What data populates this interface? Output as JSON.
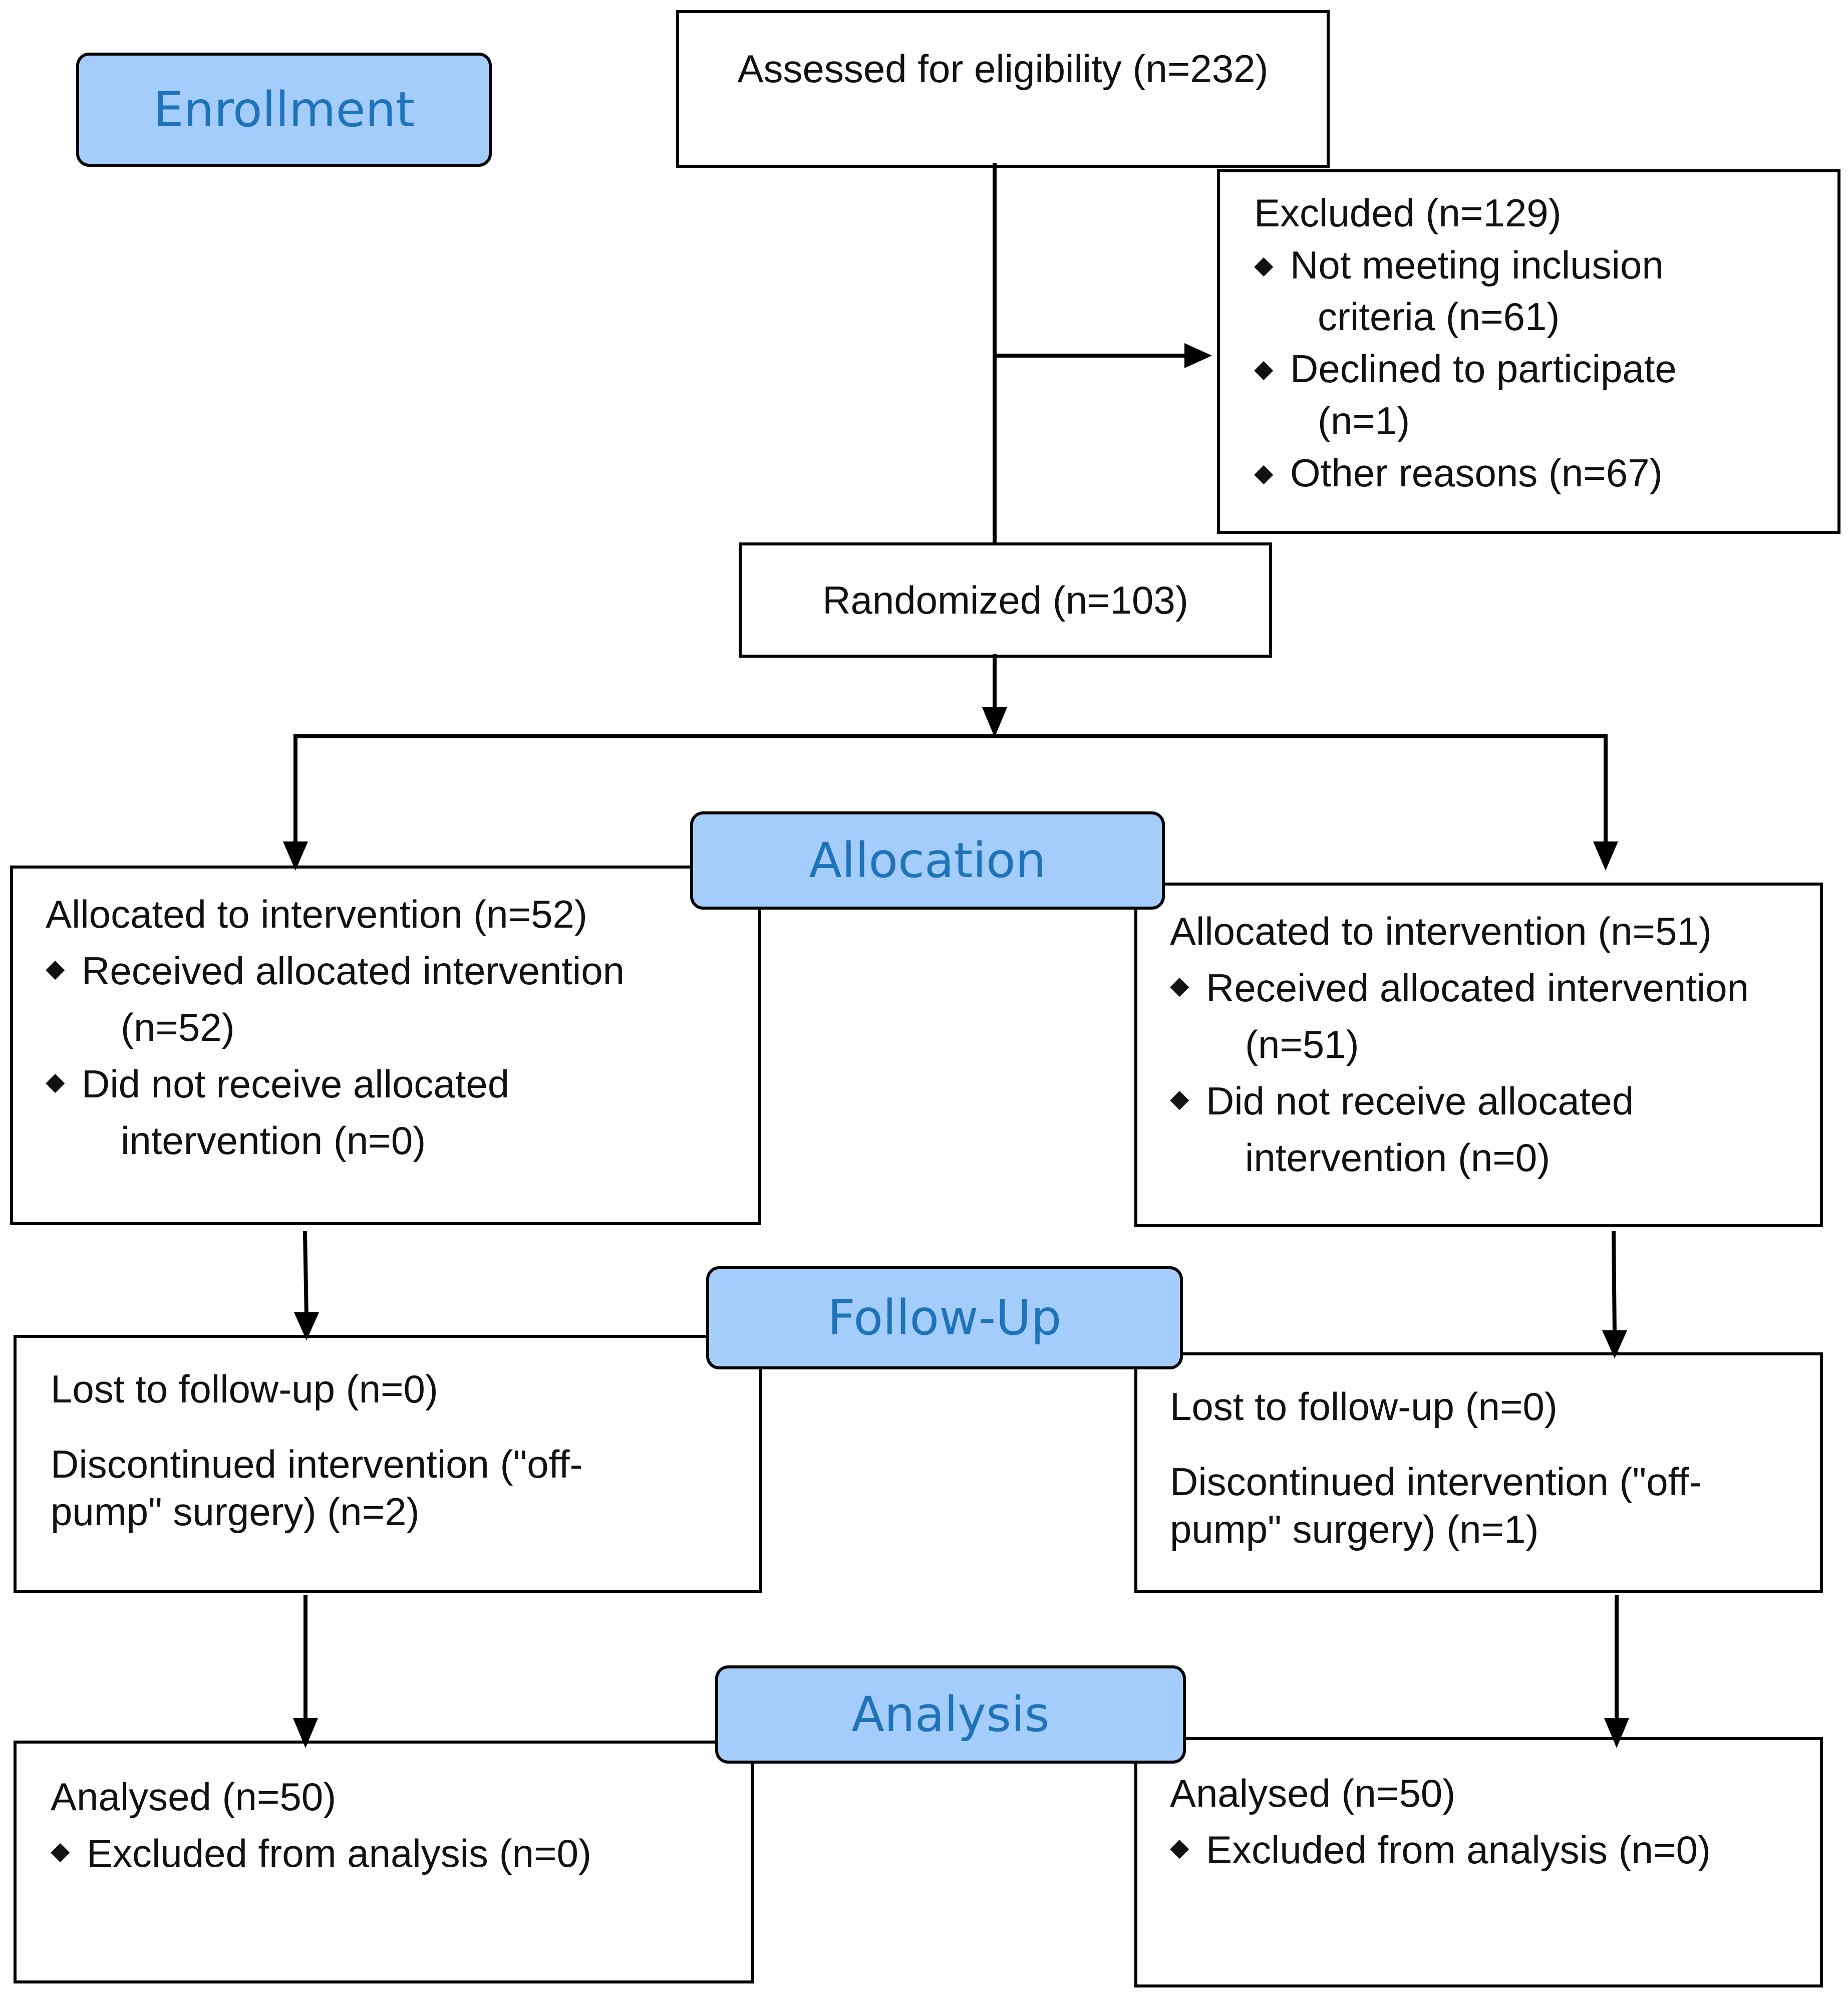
{
  "stages": {
    "enrollment": "Enrollment",
    "allocation": "Allocation",
    "follow_up": "Follow-Up",
    "analysis": "Analysis"
  },
  "assessed": "Assessed for eligibility (n=232)",
  "excluded": {
    "title": "Excluded (n=129)",
    "reasons": [
      {
        "line1": "Not meeting inclusion",
        "line2": "criteria (n=61)"
      },
      {
        "line1": "Declined to participate",
        "line2": "(n=1)"
      },
      {
        "line1": "Other reasons (n=67)",
        "line2": ""
      }
    ]
  },
  "randomized": "Randomized (n=103)",
  "left_arm": {
    "allocation": {
      "title": "Allocated to intervention (n=52)",
      "received_line1": "Received allocated intervention",
      "received_line2": "(n=52)",
      "not_received_line1": "Did not receive allocated",
      "not_received_line2": "intervention (n=0)"
    },
    "follow_up": {
      "lost": "Lost to follow-up (n=0)",
      "discontinued_line1": "Discontinued intervention (\"off-",
      "discontinued_line2": "pump\" surgery) (n=2)"
    },
    "analysis": {
      "title": "Analysed (n=50)",
      "excluded": "Excluded from analysis (n=0)"
    }
  },
  "right_arm": {
    "allocation": {
      "title": "Allocated to intervention (n=51)",
      "received_line1": "Received allocated intervention",
      "received_line2": "(n=51)",
      "not_received_line1": "Did not receive allocated",
      "not_received_line2": "intervention (n=0)"
    },
    "follow_up": {
      "lost": "Lost to follow-up (n=0)",
      "discontinued_line1": "Discontinued intervention (\"off-",
      "discontinued_line2": "pump\" surgery) (n=1)"
    },
    "analysis": {
      "title": "Analysed (n=50)",
      "excluded": "Excluded from analysis (n=0)"
    }
  },
  "colors": {
    "stage_fill": "#a4cdfc",
    "stage_text": "#1f73b8",
    "line": "#000000"
  }
}
